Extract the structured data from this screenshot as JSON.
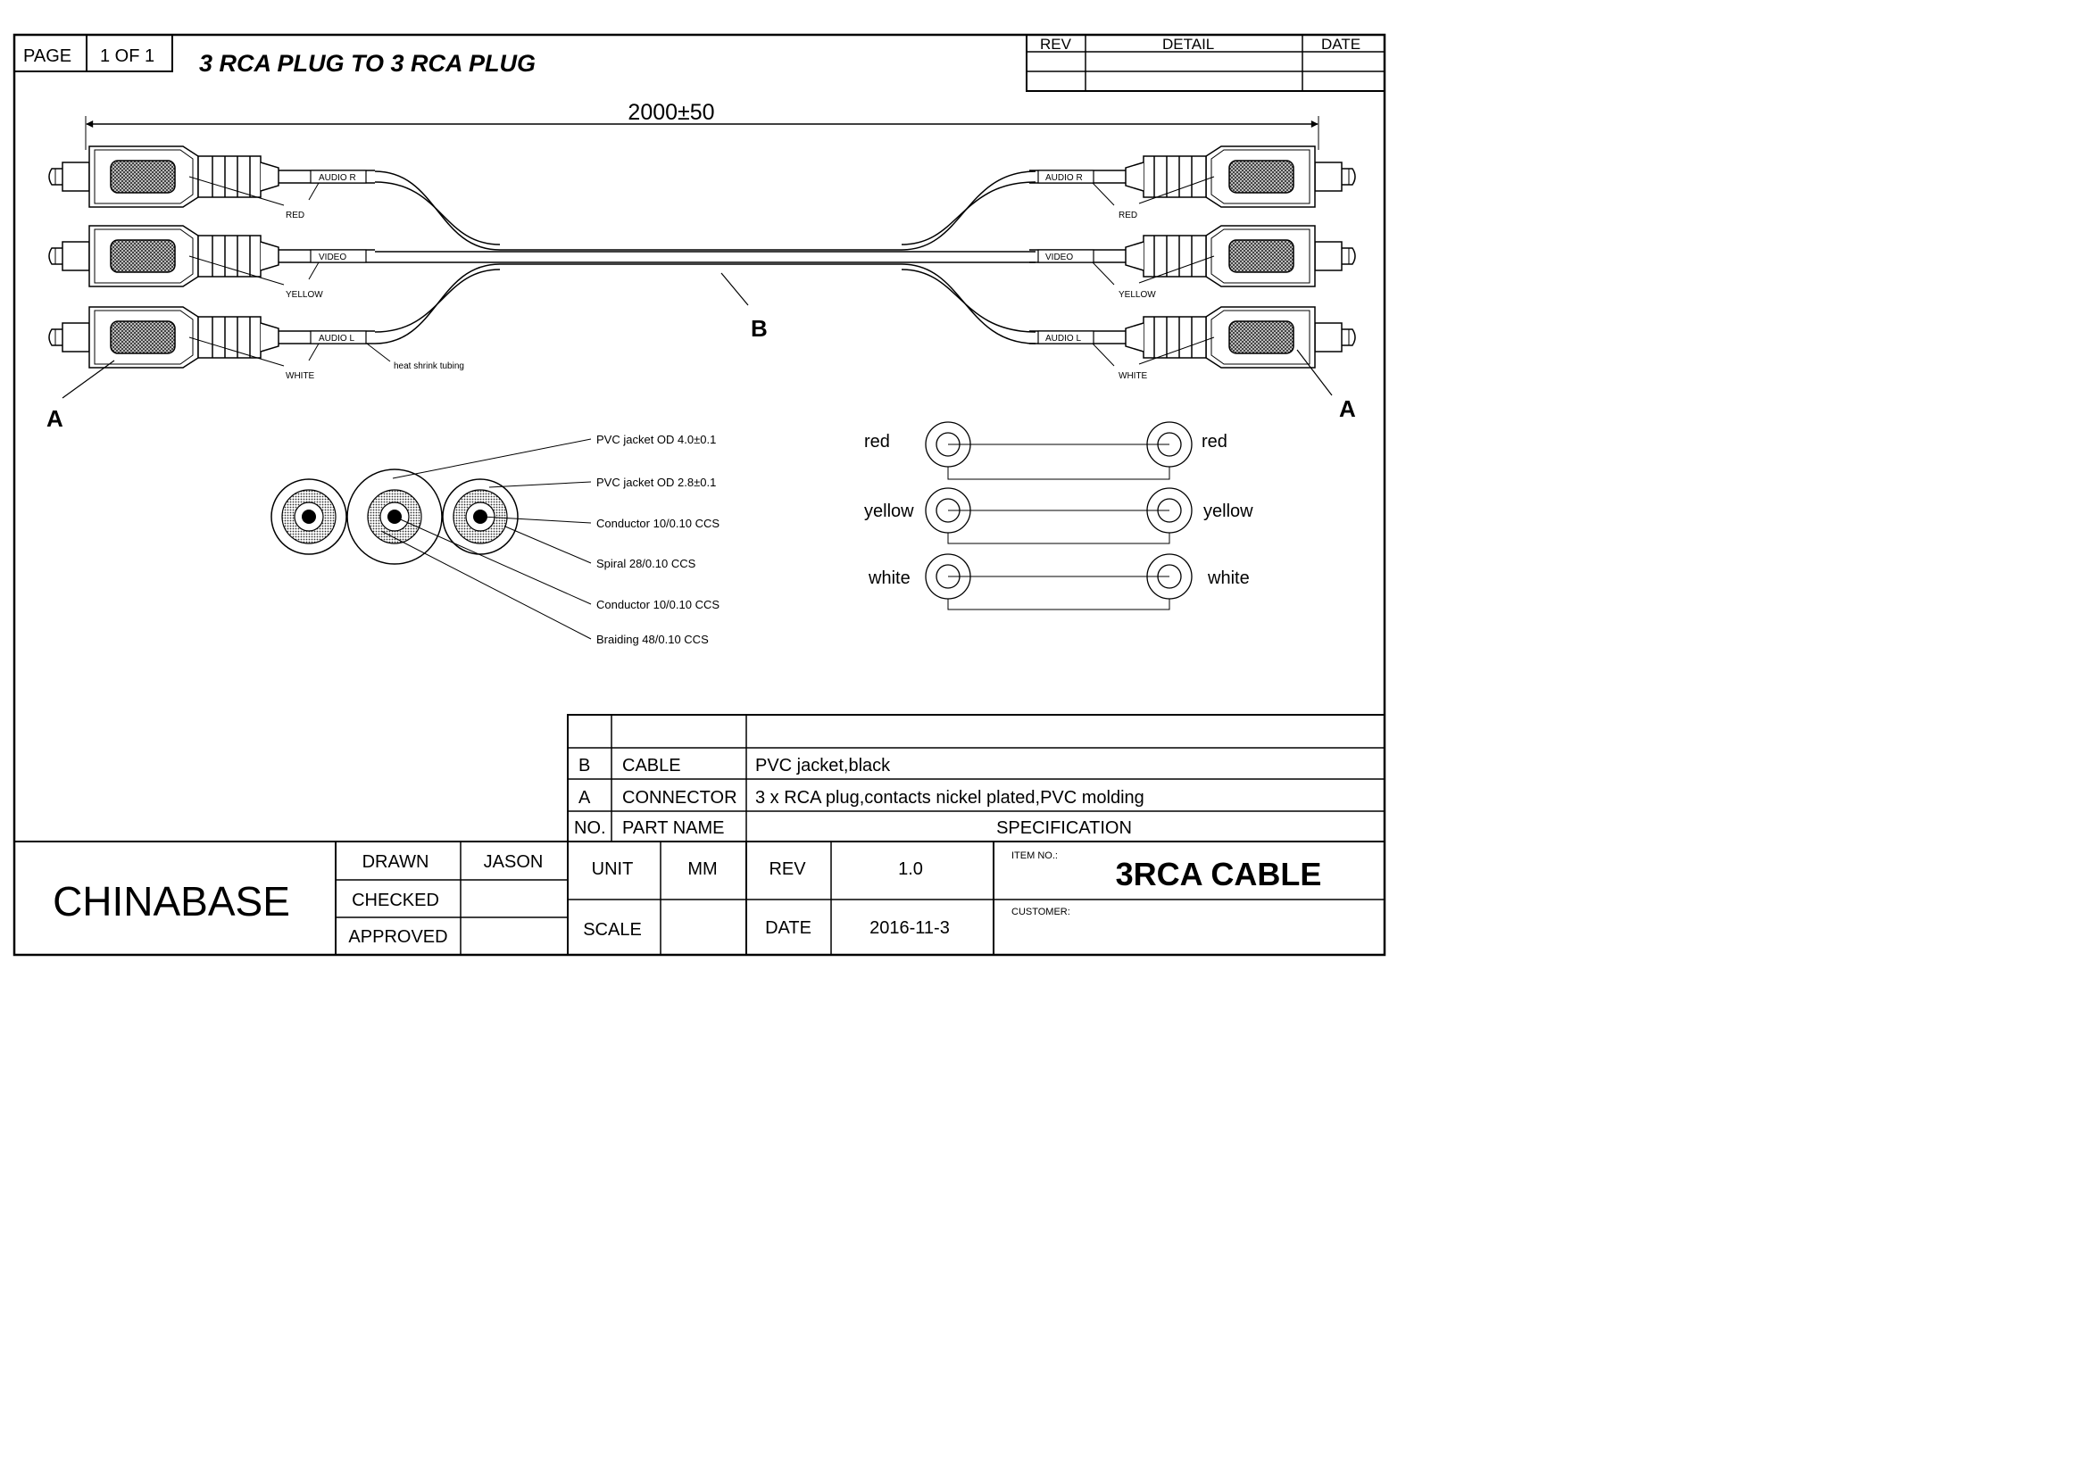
{
  "header": {
    "page_label": "PAGE",
    "page_value": "1 OF 1",
    "title": "3 RCA PLUG TO 3 RCA PLUG"
  },
  "revision_block": {
    "rev_label": "REV",
    "detail_label": "DETAIL",
    "date_label": "DATE"
  },
  "cable_drawing": {
    "length_dimension": "2000±50",
    "left_channels": [
      {
        "sleeve": "AUDIO R",
        "color": "RED"
      },
      {
        "sleeve": "VIDEO",
        "color": "YELLOW"
      },
      {
        "sleeve": "AUDIO L",
        "color": "WHITE"
      }
    ],
    "right_channels": [
      {
        "sleeve": "AUDIO R",
        "color": "RED"
      },
      {
        "sleeve": "VIDEO",
        "color": "YELLOW"
      },
      {
        "sleeve": "AUDIO L",
        "color": "WHITE"
      }
    ],
    "heat_shrink_label": "heat shrink tubing",
    "cable_callout": "B",
    "connector_callout_left": "A",
    "connector_callout_right": "A"
  },
  "cross_section": {
    "callouts": [
      "PVC jacket OD 4.0±0.1",
      "PVC jacket OD 2.8±0.1",
      "Conductor 10/0.10 CCS",
      "Spiral 28/0.10 CCS",
      "Conductor 10/0.10 CCS",
      "Braiding 48/0.10 CCS"
    ]
  },
  "wiring_schematic": {
    "rows": [
      {
        "left": "red",
        "right": "red"
      },
      {
        "left": "yellow",
        "right": "yellow"
      },
      {
        "left": "white",
        "right": "white"
      }
    ]
  },
  "parts_table": {
    "rows": [
      {
        "no": "B",
        "part": "CABLE",
        "spec": "PVC jacket,black"
      },
      {
        "no": "A",
        "part": "CONNECTOR",
        "spec": "3 x RCA plug,contacts nickel plated,PVC molding"
      }
    ],
    "header": {
      "no": "NO.",
      "part": "PART NAME",
      "spec": "SPECIFICATION"
    }
  },
  "title_block": {
    "company": "CHINABASE",
    "drawn_label": "DRAWN",
    "drawn_value": "JASON",
    "checked_label": "CHECKED",
    "checked_value": "",
    "approved_label": "APPROVED",
    "approved_value": "",
    "unit_label": "UNIT",
    "unit_value": "MM",
    "scale_label": "SCALE",
    "scale_value": "",
    "rev_label": "REV",
    "rev_value": "1.0",
    "date_label": "DATE",
    "date_value": "2016-11-3",
    "item_no_label": "ITEM NO.:",
    "item_no_value": "3RCA CABLE",
    "customer_label": "CUSTOMER:",
    "customer_value": ""
  }
}
